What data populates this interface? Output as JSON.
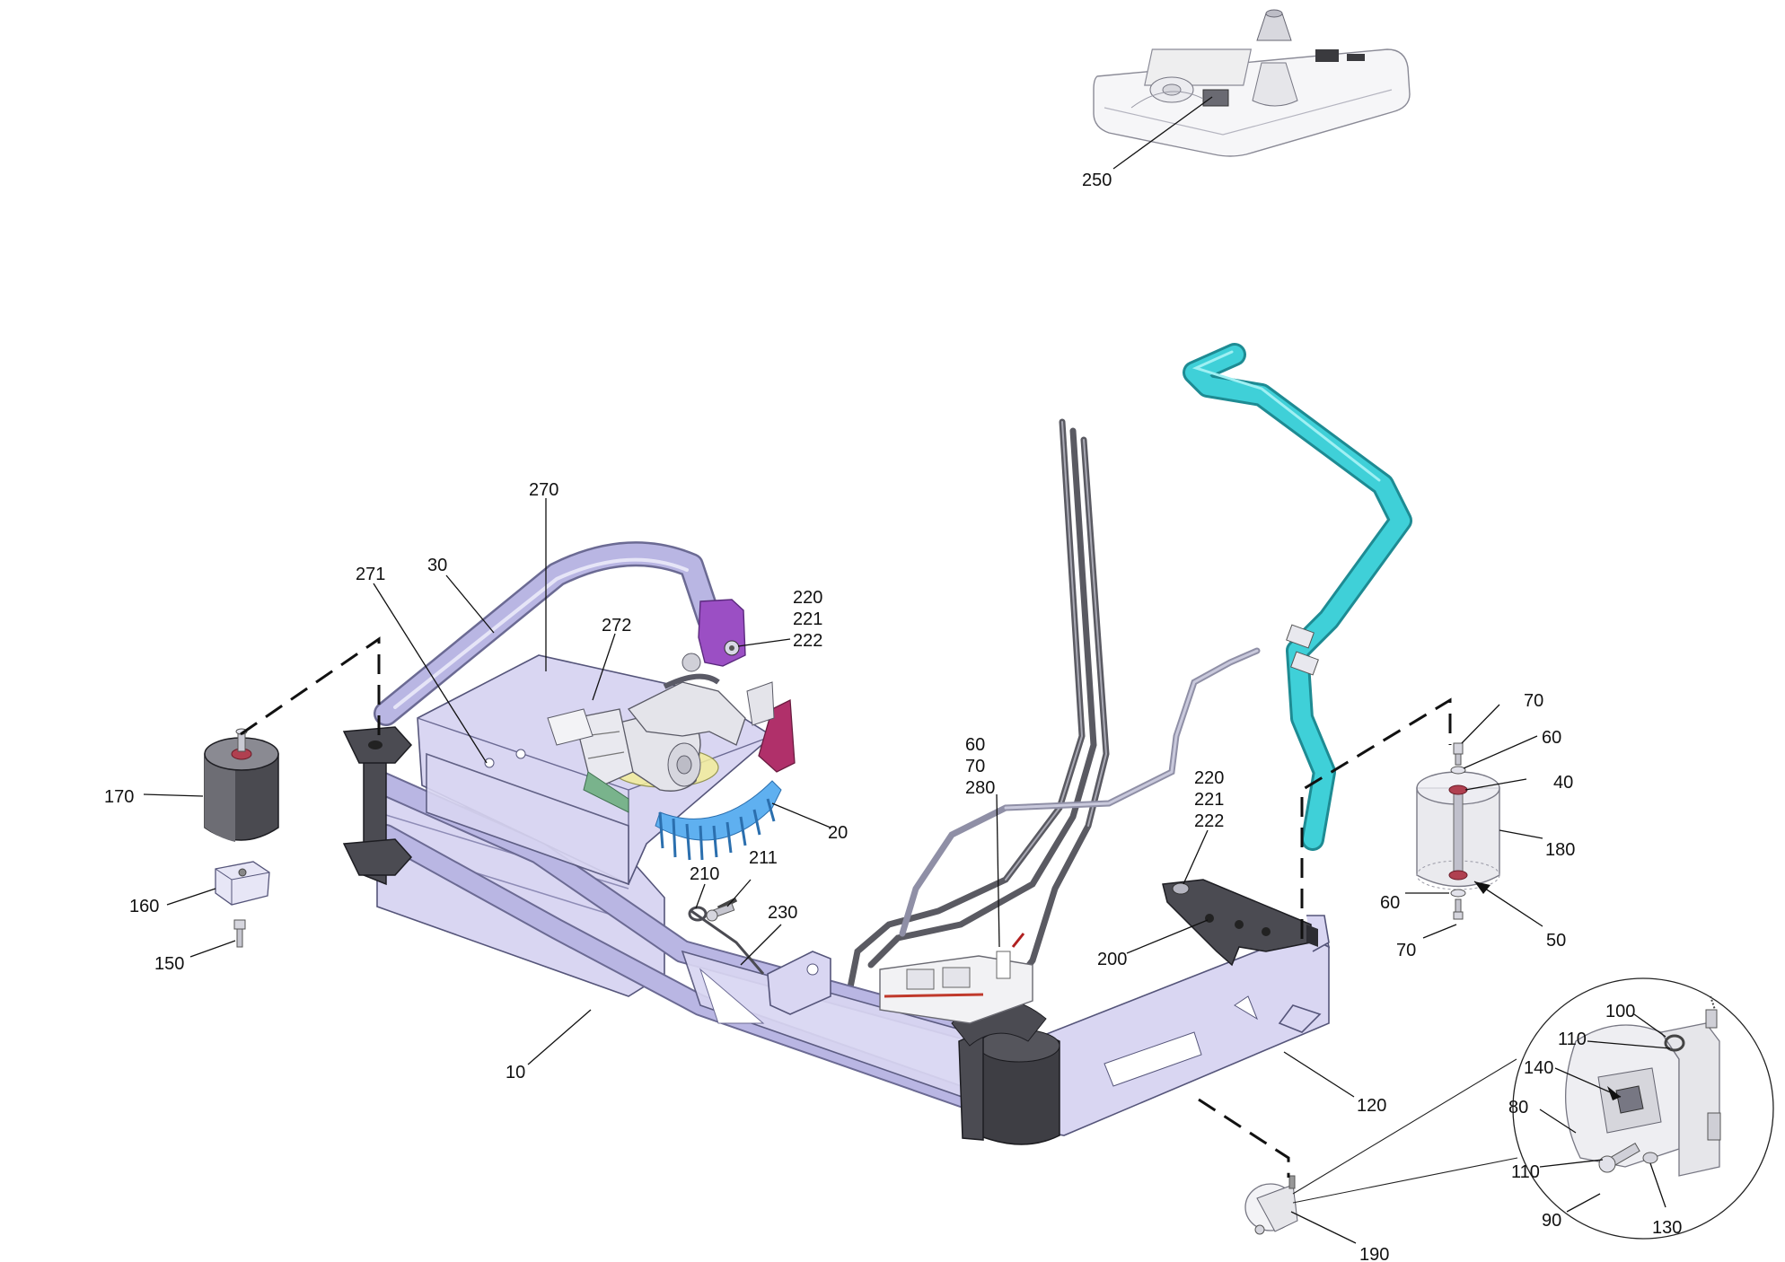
{
  "diagram": {
    "callouts": [
      {
        "id": "c250",
        "lines": [
          "250"
        ]
      },
      {
        "id": "c270",
        "lines": [
          "270"
        ]
      },
      {
        "id": "c271",
        "lines": [
          "271"
        ]
      },
      {
        "id": "c30",
        "lines": [
          "30"
        ]
      },
      {
        "id": "c272",
        "lines": [
          "272"
        ]
      },
      {
        "id": "c220a",
        "lines": [
          "220",
          "221",
          "222"
        ]
      },
      {
        "id": "c170",
        "lines": [
          "170"
        ]
      },
      {
        "id": "c20",
        "lines": [
          "20"
        ]
      },
      {
        "id": "c60a",
        "lines": [
          "60",
          "70",
          "280"
        ]
      },
      {
        "id": "c220b",
        "lines": [
          "220",
          "221",
          "222"
        ]
      },
      {
        "id": "c160",
        "lines": [
          "160"
        ]
      },
      {
        "id": "c210",
        "lines": [
          "210"
        ]
      },
      {
        "id": "c211",
        "lines": [
          "211"
        ]
      },
      {
        "id": "c230",
        "lines": [
          "230"
        ]
      },
      {
        "id": "c150",
        "lines": [
          "150"
        ]
      },
      {
        "id": "c200",
        "lines": [
          "200"
        ]
      },
      {
        "id": "c10",
        "lines": [
          "10"
        ]
      },
      {
        "id": "c120",
        "lines": [
          "120"
        ]
      },
      {
        "id": "c70a",
        "lines": [
          "70"
        ]
      },
      {
        "id": "c60b",
        "lines": [
          "60"
        ]
      },
      {
        "id": "c40",
        "lines": [
          "40"
        ]
      },
      {
        "id": "c180",
        "lines": [
          "180"
        ]
      },
      {
        "id": "c60c",
        "lines": [
          "60"
        ]
      },
      {
        "id": "c50",
        "lines": [
          "50"
        ]
      },
      {
        "id": "c70b",
        "lines": [
          "70"
        ]
      },
      {
        "id": "c100",
        "lines": [
          "100"
        ]
      },
      {
        "id": "c110a",
        "lines": [
          "110"
        ]
      },
      {
        "id": "c140",
        "lines": [
          "140"
        ]
      },
      {
        "id": "c80",
        "lines": [
          "80"
        ]
      },
      {
        "id": "c110b",
        "lines": [
          "110"
        ]
      },
      {
        "id": "c130",
        "lines": [
          "130"
        ]
      },
      {
        "id": "c90",
        "lines": [
          "90"
        ]
      },
      {
        "id": "c190",
        "lines": [
          "190"
        ]
      }
    ],
    "colors": {
      "frame": "#d9d6f2",
      "frame_edge": "#55557a",
      "hose": "#3fd0d8",
      "brush": "#5fb0f0",
      "bracket": "#9b4fc4",
      "seal": "#b04050",
      "bumper": "#3e3e44"
    }
  }
}
